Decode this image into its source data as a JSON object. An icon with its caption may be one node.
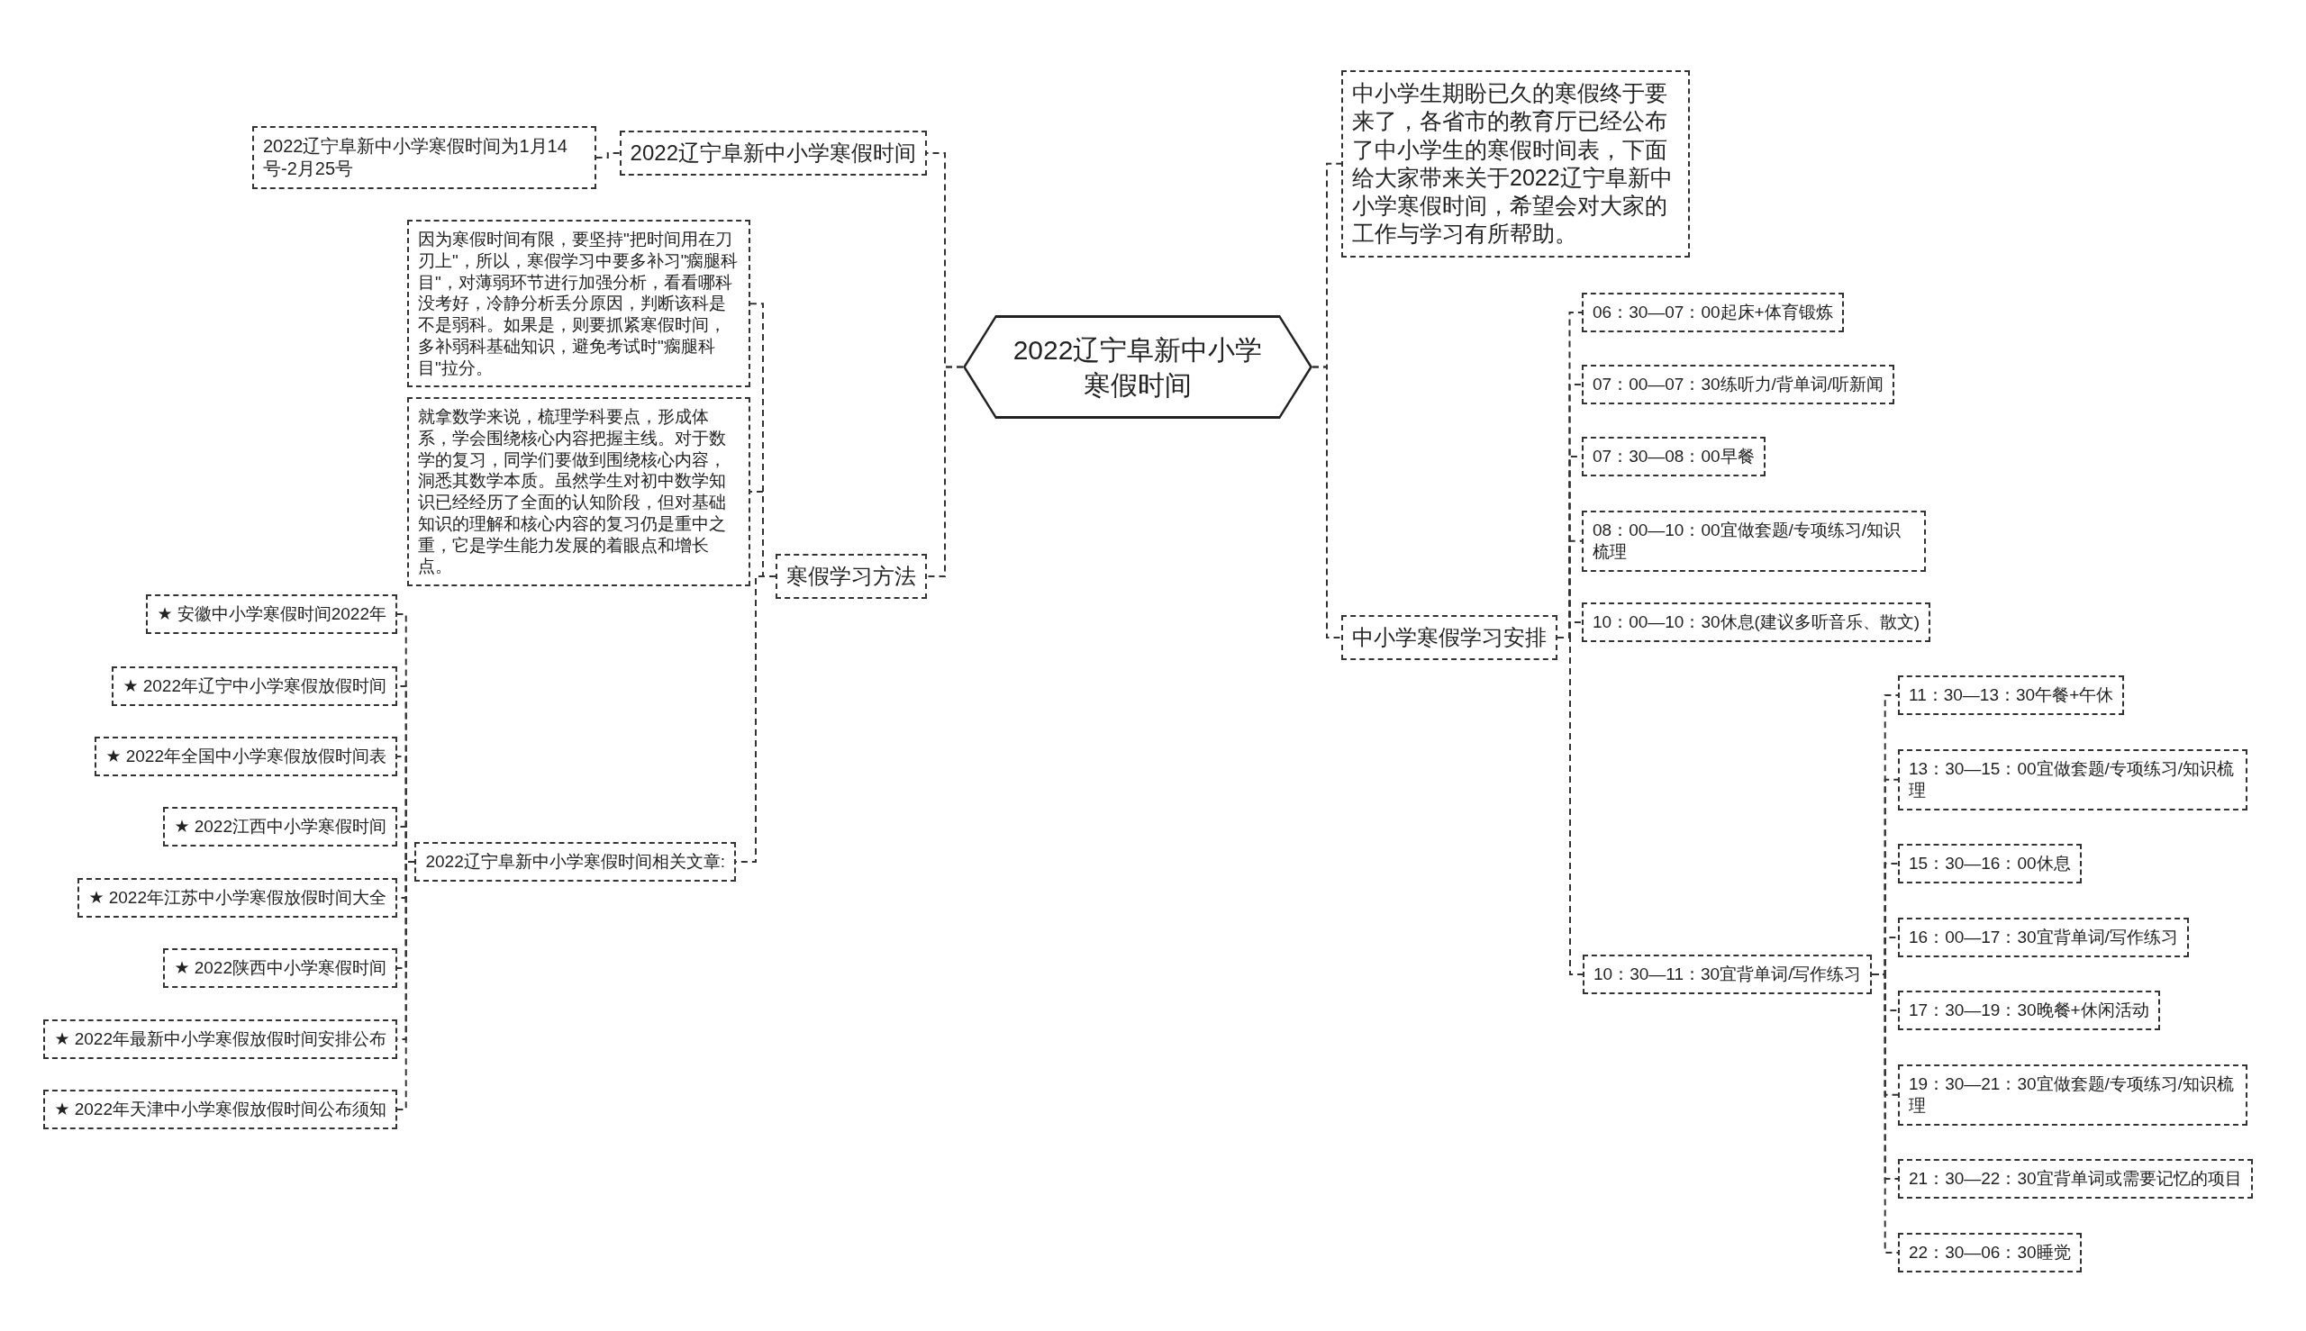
{
  "diagram": {
    "nodes": [
      {
        "text": [
          "2022辽宁阜新中小学寒假时间"
        ]
      },
      {
        "text": [
          "2022辽宁阜新中小学寒假时间"
        ]
      },
      {
        "text": [
          "2022辽宁阜新中小学寒假时间为1月14号-2月25号"
        ]
      },
      {
        "text": [
          "寒假学习方法"
        ]
      },
      {
        "text": [
          "因为寒假时间有限，要坚持\"把时间用在刀刃上\"，所以，寒假学习中要多补习\"瘸腿科目\"，对薄弱环节进行加强分析，看看哪科没考好，冷静分析丢分原因，判断该科是不是弱科。如果是，则要抓紧寒假时间，多补弱科基础知识，避免考试时\"瘸腿科目\"拉分。"
        ]
      },
      {
        "text": [
          "就拿数学来说，梳理学科要点，形成体系，学会围绕核心内容把握主线。对于数学的复习，同学们要做到围绕核心内容，洞悉其数学本质。虽然学生对初中数学知识已经经历了全面的认知阶段，但对基础知识的理解和核心内容的复习仍是重中之重，它是学生能力发展的着眼点和增长点。"
        ]
      },
      {
        "text": [
          "2022辽宁阜新中小学寒假时间相关文章:"
        ]
      },
      {
        "text": [
          "★ 安徽中小学寒假时间2022年"
        ]
      },
      {
        "text": [
          "★ 2022年辽宁中小学寒假放假时间"
        ]
      },
      {
        "text": [
          "★ 2022年全国中小学寒假放假时间表"
        ]
      },
      {
        "text": [
          "★ 2022江西中小学寒假时间"
        ]
      },
      {
        "text": [
          "★ 2022年江苏中小学寒假放假时间大全"
        ]
      },
      {
        "text": [
          "★ 2022陕西中小学寒假时间"
        ]
      },
      {
        "text": [
          "★ 2022年最新中小学寒假放假时间安排公布"
        ]
      },
      {
        "text": [
          "★ 2022年天津中小学寒假放假时间公布须知"
        ]
      },
      {
        "text": [
          "中小学生期盼已久的寒假终于要来了，各省市的教育厅已经公布了中小学生的寒假时间表，下面给大家带来关于2022辽宁阜新中小学寒假时间，希望会对大家的工作与学习有所帮助。"
        ]
      },
      {
        "text": [
          "中小学寒假学习安排"
        ]
      },
      {
        "text": [
          "06：30—07：00起床+体育锻炼"
        ]
      },
      {
        "text": [
          "07：00—07：30练听力/背单词/听新闻"
        ]
      },
      {
        "text": [
          "07：30—08：00早餐"
        ]
      },
      {
        "text": [
          "08：00—10：00宜做套题/专项练习/知识梳理"
        ]
      },
      {
        "text": [
          "10：00—10：30休息(建议多听音乐、散文)"
        ]
      },
      {
        "text": [
          "10：30—11：30宜背单词/写作练习"
        ]
      },
      {
        "text": [
          "11：30—13：30午餐+午休"
        ]
      },
      {
        "text": [
          "13：30—15：00宜做套题/专项练习/知识梳理"
        ]
      },
      {
        "text": [
          "15：30—16：00休息"
        ]
      },
      {
        "text": [
          "16：00—17：30宜背单词/写作练习"
        ]
      },
      {
        "text": [
          "17：30—19：30晚餐+休闲活动"
        ]
      },
      {
        "text": [
          "19：30—21：30宜做套题/专项练习/知识梳理"
        ]
      },
      {
        "text": [
          "21：30—22：30宜背单词或需要记忆的项目"
        ]
      },
      {
        "text": [
          "22：30—06：30睡觉"
        ]
      }
    ],
    "edges": [
      {
        "from": 0,
        "to": 1,
        "arrow": "none"
      },
      {
        "from": 1,
        "to": 2,
        "arrow": "none"
      },
      {
        "from": 0,
        "to": 3,
        "arrow": "none"
      },
      {
        "from": 3,
        "to": 4,
        "arrow": "none"
      },
      {
        "from": 3,
        "to": 5,
        "arrow": "none"
      },
      {
        "from": 3,
        "to": 6,
        "arrow": "none"
      },
      {
        "from": 6,
        "to": 7,
        "arrow": "none"
      },
      {
        "from": 6,
        "to": 8,
        "arrow": "none"
      },
      {
        "from": 6,
        "to": 9,
        "arrow": "none"
      },
      {
        "from": 6,
        "to": 10,
        "arrow": "none"
      },
      {
        "from": 6,
        "to": 11,
        "arrow": "none"
      },
      {
        "from": 6,
        "to": 12,
        "arrow": "none"
      },
      {
        "from": 6,
        "to": 13,
        "arrow": "none"
      },
      {
        "from": 6,
        "to": 14,
        "arrow": "none"
      },
      {
        "from": 0,
        "to": 15,
        "arrow": "none"
      },
      {
        "from": 0,
        "to": 16,
        "arrow": "none"
      },
      {
        "from": 16,
        "to": 17,
        "arrow": "none"
      },
      {
        "from": 16,
        "to": 18,
        "arrow": "none"
      },
      {
        "from": 16,
        "to": 19,
        "arrow": "none"
      },
      {
        "from": 16,
        "to": 20,
        "arrow": "none"
      },
      {
        "from": 16,
        "to": 21,
        "arrow": "none"
      },
      {
        "from": 16,
        "to": 22,
        "arrow": "none"
      },
      {
        "from": 22,
        "to": 23,
        "arrow": "none"
      },
      {
        "from": 22,
        "to": 24,
        "arrow": "none"
      },
      {
        "from": 22,
        "to": 25,
        "arrow": "none"
      },
      {
        "from": 22,
        "to": 26,
        "arrow": "none"
      },
      {
        "from": 22,
        "to": 27,
        "arrow": "none"
      },
      {
        "from": 22,
        "to": 28,
        "arrow": "none"
      },
      {
        "from": 22,
        "to": 29,
        "arrow": "none"
      },
      {
        "from": 22,
        "to": 30,
        "arrow": "none"
      }
    ]
  }
}
